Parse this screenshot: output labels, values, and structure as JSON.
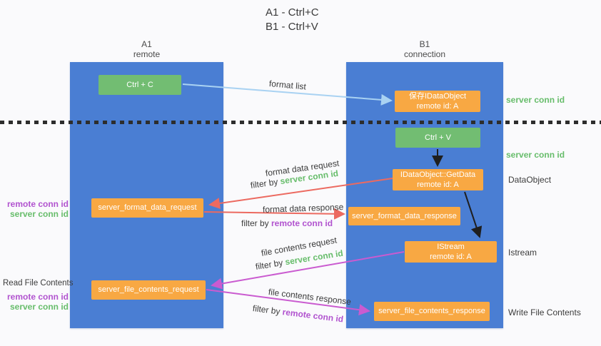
{
  "title": {
    "line1": "A1 - Ctrl+C",
    "line2": "B1 - Ctrl+V"
  },
  "columns": {
    "left": {
      "id": "A1",
      "name": "remote"
    },
    "right": {
      "id": "B1",
      "name": "connection"
    }
  },
  "nodes": {
    "ctrl_c": {
      "label": "Ctrl + C"
    },
    "save_idataobject": {
      "line1": "保存IDataObject",
      "line2": "remote id: A"
    },
    "ctrl_v": {
      "label": "Ctrl + V"
    },
    "getdata": {
      "line1": "IDataObject::GetData",
      "line2": "remote id: A"
    },
    "format_request": {
      "label": "server_format_data_request"
    },
    "format_response": {
      "label": "server_format_data_response"
    },
    "istream": {
      "line1": "IStream",
      "line2": "remote id: A"
    },
    "file_request": {
      "label": "server_file_contents_request"
    },
    "file_response": {
      "label": "server_file_contents_response"
    }
  },
  "flow_labels": {
    "format_list": "format list",
    "format_data_request": "format data request",
    "format_data_request_filter": {
      "prefix": "filter by ",
      "key": "server conn id"
    },
    "format_data_response": "format data response",
    "format_data_response_filter": {
      "prefix": "filter by ",
      "key": "remote conn id"
    },
    "file_contents_request": "file contents request",
    "file_contents_request_filter": {
      "prefix": "filter by ",
      "key": "server conn id"
    },
    "file_contents_response": "file contents response",
    "file_contents_response_filter": {
      "prefix": "filter by ",
      "key": "remote conn id"
    }
  },
  "side_labels": {
    "server_conn_id_top": "server conn id",
    "server_conn_id_mid": "server conn id",
    "dataobject": "DataObject",
    "istream": "Istream",
    "write_file_contents": "Write File Contents",
    "read_file_contents": "Read File Contents",
    "left_mid": {
      "remote": "remote conn id",
      "server": "server conn id"
    },
    "left_bottom": {
      "remote": "remote conn id",
      "server": "server conn id"
    }
  },
  "colors": {
    "column_blue": "#4a7ed3",
    "box_green": "#72bd72",
    "box_orange": "#f8a843",
    "text_green": "#67bd6b",
    "text_purple": "#b153cf",
    "arrow_red": "#ec6a60",
    "arrow_magenta": "#ca5bd0",
    "arrow_light_blue": "#a9d2f2",
    "arrow_black": "#1f1f1f"
  }
}
